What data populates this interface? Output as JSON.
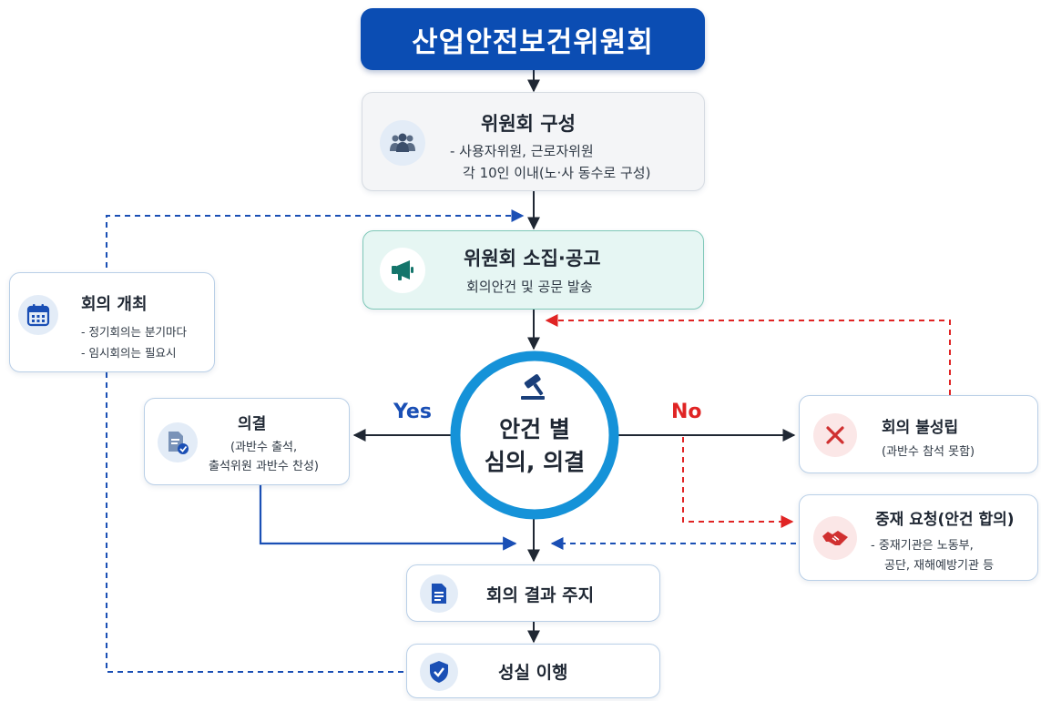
{
  "title": "산업안전보건위원회",
  "steps": {
    "composition": {
      "title": "위원회 구성",
      "line1": "- 사용자위원, 근로자위원",
      "line2": "각 10인 이내(노·사 동수로 구성)",
      "icon": "people-group-icon"
    },
    "convene": {
      "title": "위원회 소집·공고",
      "line1": "회의안건 및 공문 발송",
      "icon": "megaphone-icon"
    },
    "deliberation": {
      "line1": "안건 별",
      "line2": "심의, 의결",
      "icon": "gavel-icon"
    },
    "resolution": {
      "title": "의결",
      "line1": "(과반수 출석,",
      "line2": "출석위원 과반수 찬성)",
      "icon": "document-check-icon"
    },
    "failure": {
      "title": "회의 불성립",
      "line1": "(과반수 참석 못함)",
      "icon": "x-mark-icon"
    },
    "mediation": {
      "title": "중재 요청(안건 합의)",
      "line1": "- 중재기관은 노동부,",
      "line2": "공단, 재해예방기관 등",
      "icon": "handshake-icon"
    },
    "notify": {
      "title": "회의 결과 주지",
      "icon": "document-icon"
    },
    "fulfill": {
      "title": "성실 이행",
      "icon": "shield-check-icon"
    },
    "meeting": {
      "title": "회의 개최",
      "line1": "- 정기회의는 분기마다",
      "line2": "- 임시회의는 필요시",
      "icon": "calendar-icon"
    }
  },
  "labels": {
    "yes": "Yes",
    "no": "No"
  },
  "colors": {
    "primary": "#0b4db3",
    "yes": "#1a4fb5",
    "no": "#e02424",
    "convene_bg": "#e6f6f3",
    "convene_border": "#7ec8b8",
    "fail_icon": "#d03030"
  }
}
